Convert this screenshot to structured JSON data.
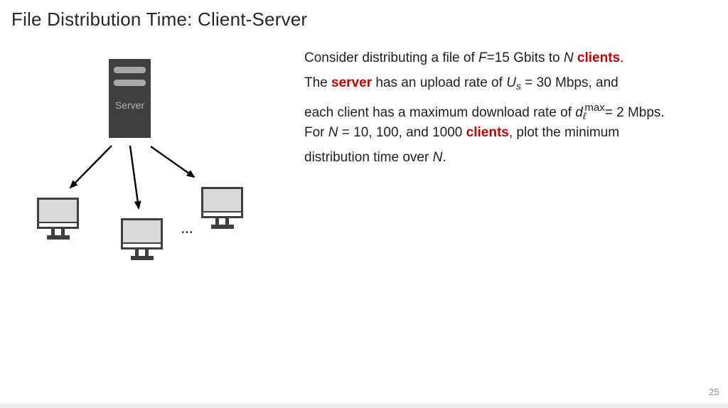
{
  "slide": {
    "title": "File Distribution Time: Client-Server",
    "page_number": "25"
  },
  "diagram": {
    "server_label": "Server",
    "dots": "…"
  },
  "problem_text": {
    "lines": [
      [
        {
          "t": "Consider distributing a file of ",
          "s": "n"
        },
        {
          "t": "F",
          "s": "i"
        },
        {
          "t": "=15 Gbits to ",
          "s": "n"
        },
        {
          "t": "N",
          "s": "i"
        },
        {
          "t": " ",
          "s": "n"
        },
        {
          "t": "clients",
          "s": "br"
        },
        {
          "t": ".",
          "s": "n"
        }
      ],
      [
        {
          "t": "The ",
          "s": "n"
        },
        {
          "t": "server",
          "s": "br"
        },
        {
          "t": " has an upload rate of ",
          "s": "n"
        },
        {
          "t": "U",
          "s": "i"
        },
        {
          "t": "s",
          "s": "isub"
        },
        {
          "t": " = 30 Mbps, and",
          "s": "n"
        }
      ],
      [
        {
          "t": "each client has a maximum download rate of ",
          "s": "n"
        },
        {
          "t": "d",
          "s": "i"
        },
        {
          "t": "ℓ",
          "s": "isub"
        },
        {
          "t": "max",
          "s": "sup"
        },
        {
          "t": "= 2 Mbps.",
          "s": "n"
        }
      ],
      [
        {
          "t": "For ",
          "s": "n"
        },
        {
          "t": "N",
          "s": "i"
        },
        {
          "t": " = 10, 100, and 1000 ",
          "s": "n"
        },
        {
          "t": "clients",
          "s": "br"
        },
        {
          "t": ", plot the minimum",
          "s": "n"
        }
      ],
      [
        {
          "t": "distribution time over ",
          "s": "n"
        },
        {
          "t": "N",
          "s": "i"
        },
        {
          "t": ".",
          "s": "n"
        }
      ]
    ]
  },
  "colors": {
    "accent_red": "#c00000",
    "server_fill": "#3f3f3f",
    "server_bar": "#a9a9a9",
    "server_label": "#b3b3b3",
    "screen_fill": "#d9d9d9",
    "monitor_border": "#3f3f3f",
    "strip": "#efefef"
  }
}
